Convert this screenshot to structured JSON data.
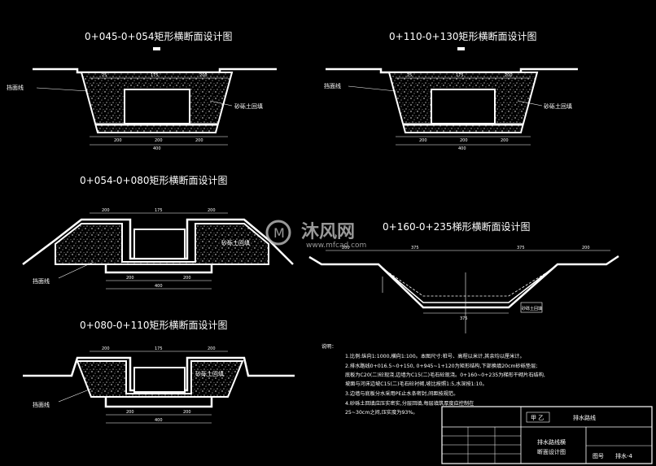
{
  "drawing": {
    "sections": [
      {
        "id": "s1",
        "title": "0+045-0+054矩形横断面设计图",
        "labels": [
          "挡面线",
          "砂砾土回填"
        ],
        "dims_top": [
          "25",
          "175",
          "200"
        ],
        "dims_bottom": [
          "200",
          "200",
          "200",
          "400"
        ]
      },
      {
        "id": "s2",
        "title": "0+110-0+130矩形横断面设计图",
        "labels": [
          "挡面线",
          "砂砾土回填"
        ],
        "dims_top": [
          "25",
          "175",
          "200"
        ],
        "dims_bottom": [
          "200",
          "200",
          "200",
          "400"
        ]
      },
      {
        "id": "s3",
        "title": "0+054-0+080矩形横断面设计图",
        "labels": [
          "挡面线",
          "砂砾土回填"
        ],
        "dims_top": [
          "200",
          "175",
          "200"
        ],
        "dims_bottom": [
          "200",
          "200",
          "400"
        ]
      },
      {
        "id": "s4",
        "title": "0+080-0+110矩形横断面设计图",
        "labels": [
          "挡面线",
          "砂砾土回填"
        ],
        "dims_top": [
          "200",
          "175",
          "200"
        ],
        "dims_bottom": [
          "200",
          "200",
          "400"
        ]
      },
      {
        "id": "s5",
        "title": "0+160-0+235梯形横断面设计图",
        "labels": [
          "砂砾土回填"
        ],
        "dims_top": [
          "200",
          "375",
          "375",
          "200"
        ],
        "dims_bottom": [
          "375"
        ]
      }
    ],
    "notes": {
      "heading": "说明：",
      "lines": [
        "1.比例:纵向1:1000,横向1:100。本图尺寸:桩号、高程以米计,其余均以厘米计。",
        "2.排水路线0+016.5~0+150, 0+945~1+120为矩形结构,下部换填20cm砂砾垫层;",
        "  底板为C20(二)砼现浇,边墙为C15(二)毛石砼现浇。0+160~0+235为梯形干砌片石结构,",
        "  坡面与河床边坡C15(二)毛石砼衬砌,坡比按照1:5,水深按1:10。",
        "3.边墙与底板分水采用PE止水条密封,间距按规范。",
        "4.砂砾土回填应压实密实,分层回填,每层填筑厚度应控制在",
        "  25~30cm之间,压实度为93%。"
      ]
    },
    "title_block": {
      "project": "排水路线",
      "drawing_name_line1": "排水路线横",
      "drawing_name_line2": "断面设计图",
      "left_cell": "甲 乙",
      "sheet_label": "图号",
      "sheet_no": "排水-4"
    },
    "watermark": {
      "logo_text": "沐风网",
      "url": "www.mfcad.com"
    }
  }
}
